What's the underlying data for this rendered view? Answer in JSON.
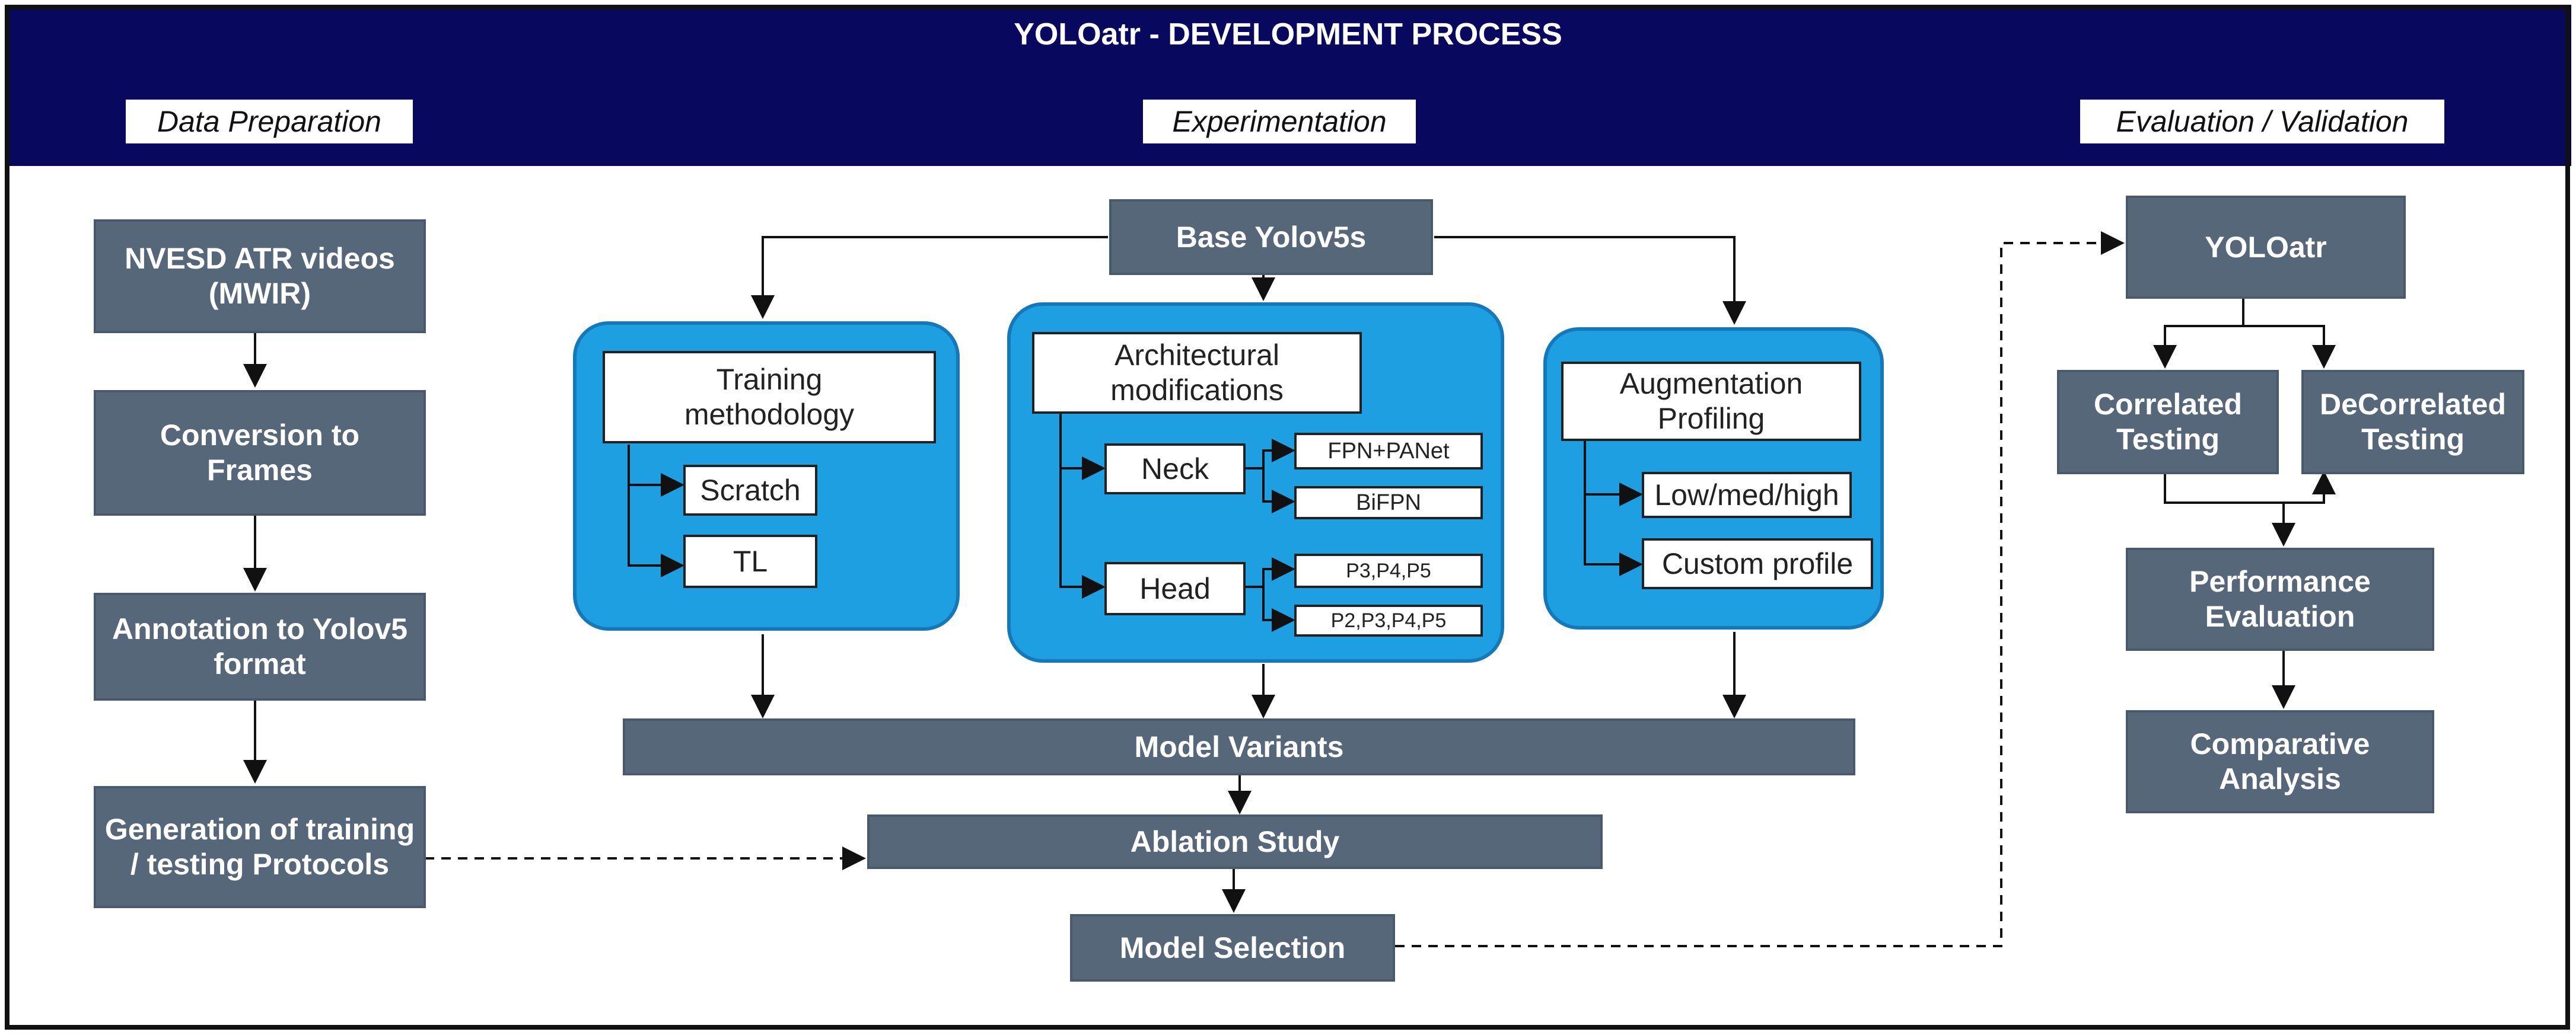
{
  "title": "YOLOatr - DEVELOPMENT PROCESS",
  "sections": {
    "data_preparation": "Data Preparation",
    "experimentation": "Experimentation",
    "evaluation": "Evaluation / Validation"
  },
  "data_prep": {
    "videos": "NVESD ATR videos\n(MWIR)",
    "frames": "Conversion to\nFrames",
    "annotation": "Annotation to Yolov5\nformat",
    "protocols": "Generation of training\n/ testing Protocols"
  },
  "experimentation": {
    "base": "Base Yolov5s",
    "training": {
      "title": "Training\nmethodology",
      "scratch": "Scratch",
      "tl": "TL"
    },
    "architecture": {
      "title": "Architectural\nmodifications",
      "neck": "Neck",
      "neck_fpn": "FPN+PANet",
      "neck_bifpn": "BiFPN",
      "head": "Head",
      "head_p3": "P3,P4,P5",
      "head_p2": "P2,P3,P4,P5"
    },
    "augmentation": {
      "title": "Augmentation\nProfiling",
      "lowmedhigh": "Low/med/high",
      "custom": "Custom profile"
    },
    "model_variants": "Model Variants",
    "ablation": "Ablation Study",
    "model_selection": "Model Selection"
  },
  "evaluation": {
    "yoloatr": "YOLOatr",
    "correlated": "Correlated\nTesting",
    "decorrelated": "DeCorrelated\nTesting",
    "performance": "Performance\nEvaluation",
    "comparative": "Comparative\nAnalysis"
  },
  "colors": {
    "header": "#08085e",
    "node": "#56677a",
    "panel": "#1e9fe2"
  }
}
